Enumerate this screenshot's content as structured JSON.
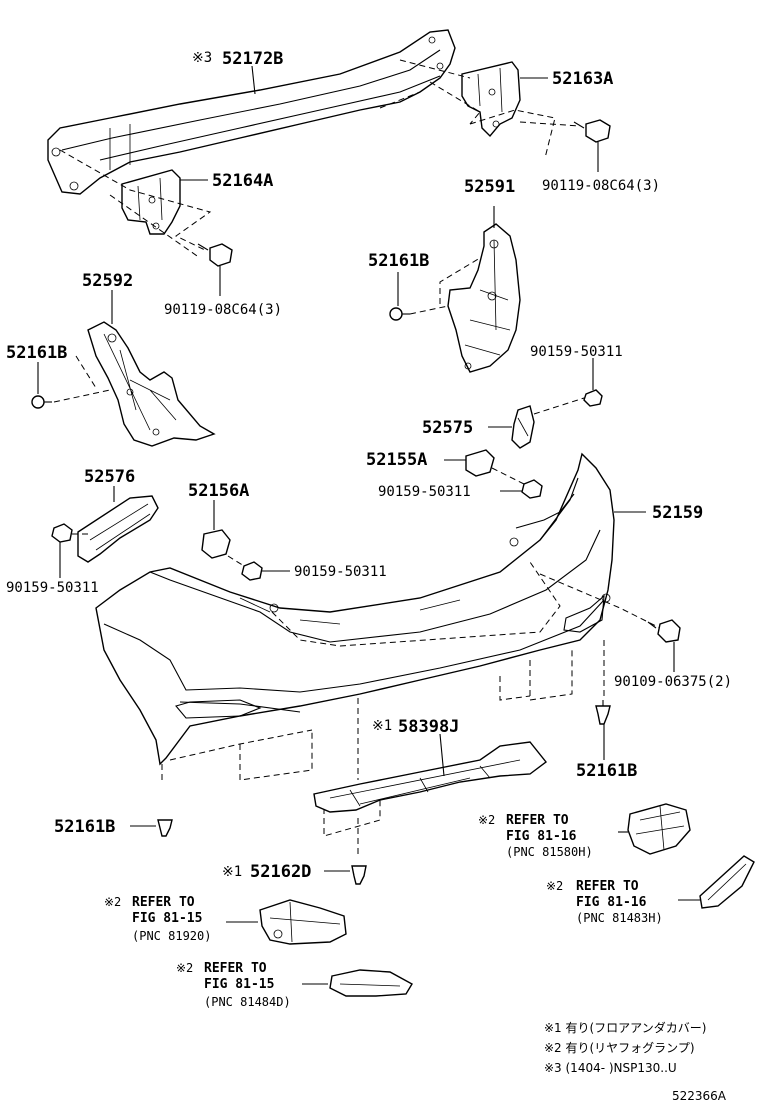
{
  "labels": {
    "p52172B": "52172B",
    "p52163A": "52163A",
    "p90119_top": "90119-08C64(3)",
    "p52164A": "52164A",
    "p90119_mid": "90119-08C64(3)",
    "p52591": "52591",
    "p52161B_a": "52161B",
    "p52592": "52592",
    "p52161B_b": "52161B",
    "p90159_a": "90159-50311",
    "p52575": "52575",
    "p52155A": "52155A",
    "p90159_b": "90159-50311",
    "p52576": "52576",
    "p52156A": "52156A",
    "p52159": "52159",
    "p90159_c": "90159-50311",
    "p90159_d": "90159-50311",
    "p90109": "90109-06375(2)",
    "p58398J": "58398J",
    "p52161B_c": "52161B",
    "p52161B_d": "52161B",
    "p52162D": "52162D"
  },
  "marks": {
    "m3": "※3",
    "m1a": "※1",
    "m1b": "※1",
    "m2a": "※2",
    "m2b": "※2",
    "m2c": "※2",
    "m2d": "※2"
  },
  "references": [
    {
      "line1": "REFER TO",
      "line2": "FIG 81-16",
      "line3": "(PNC 81580H)"
    },
    {
      "line1": "REFER TO",
      "line2": "FIG 81-16",
      "line3": "(PNC 81483H)"
    },
    {
      "line1": "REFER TO",
      "line2": "FIG 81-15",
      "line3": "(PNC 81920)"
    },
    {
      "line1": "REFER TO",
      "line2": "FIG 81-15",
      "line3": "(PNC 81484D)"
    }
  ],
  "notes": [
    "※1 有り(フロアアンダカバー)",
    "※2 有り(リヤフォグランプ)",
    "※3 (1404-      )NSP130..U"
  ],
  "diagram_id": "522366A"
}
